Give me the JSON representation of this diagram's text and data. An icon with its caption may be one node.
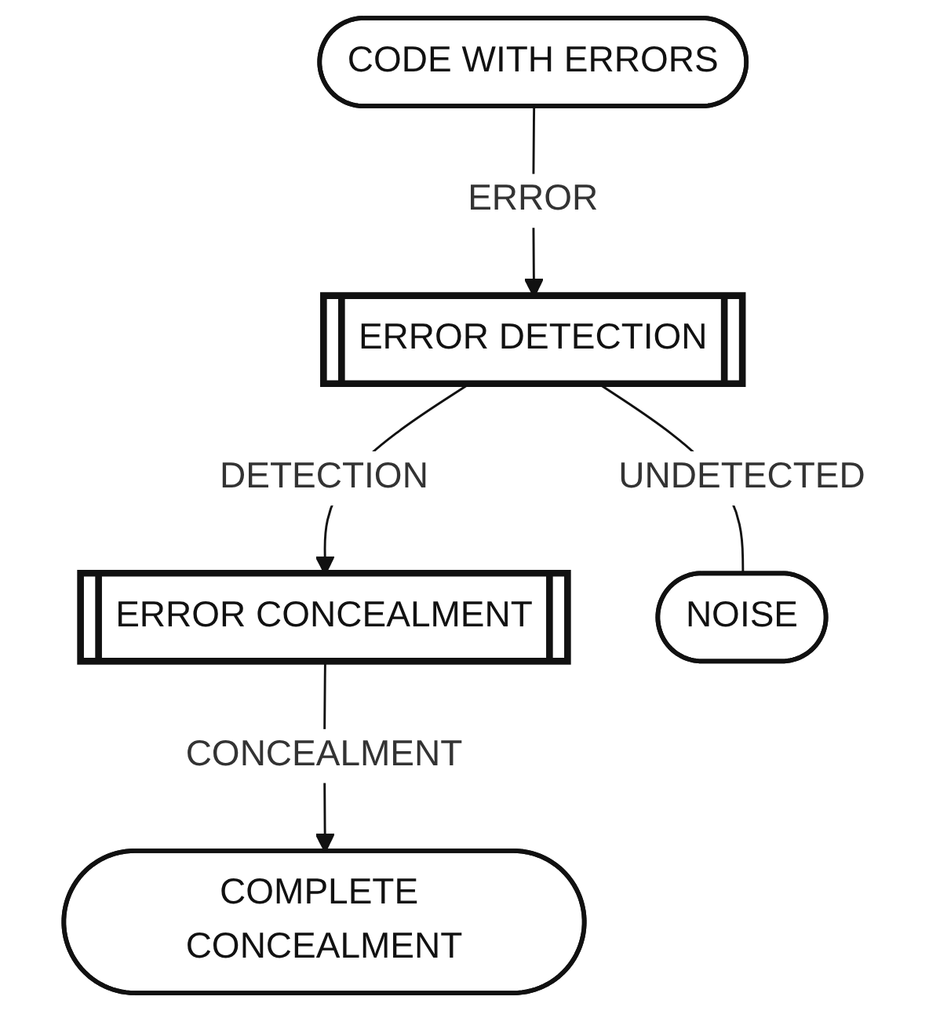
{
  "diagram": {
    "nodes": [
      {
        "text": [
          "CODE WITH ERRORS"
        ]
      },
      {
        "text": [
          "ERROR DETECTION"
        ]
      },
      {
        "text": [
          "ERROR CONCEALMENT"
        ]
      },
      {
        "text": [
          "COMPLETE CONCEALMENT"
        ]
      },
      {
        "text": [
          "NOISE"
        ]
      }
    ],
    "edges": [
      {
        "from": 0,
        "to": 1,
        "arrow": "to",
        "label": "ERROR"
      },
      {
        "from": 1,
        "to": 2,
        "arrow": "to",
        "label": "DETECTION"
      },
      {
        "from": 2,
        "to": 3,
        "arrow": "to",
        "label": "CONCEALMENT"
      },
      {
        "from": 1,
        "to": 4,
        "arrow": "none",
        "label": "UNDETECTED"
      }
    ]
  }
}
